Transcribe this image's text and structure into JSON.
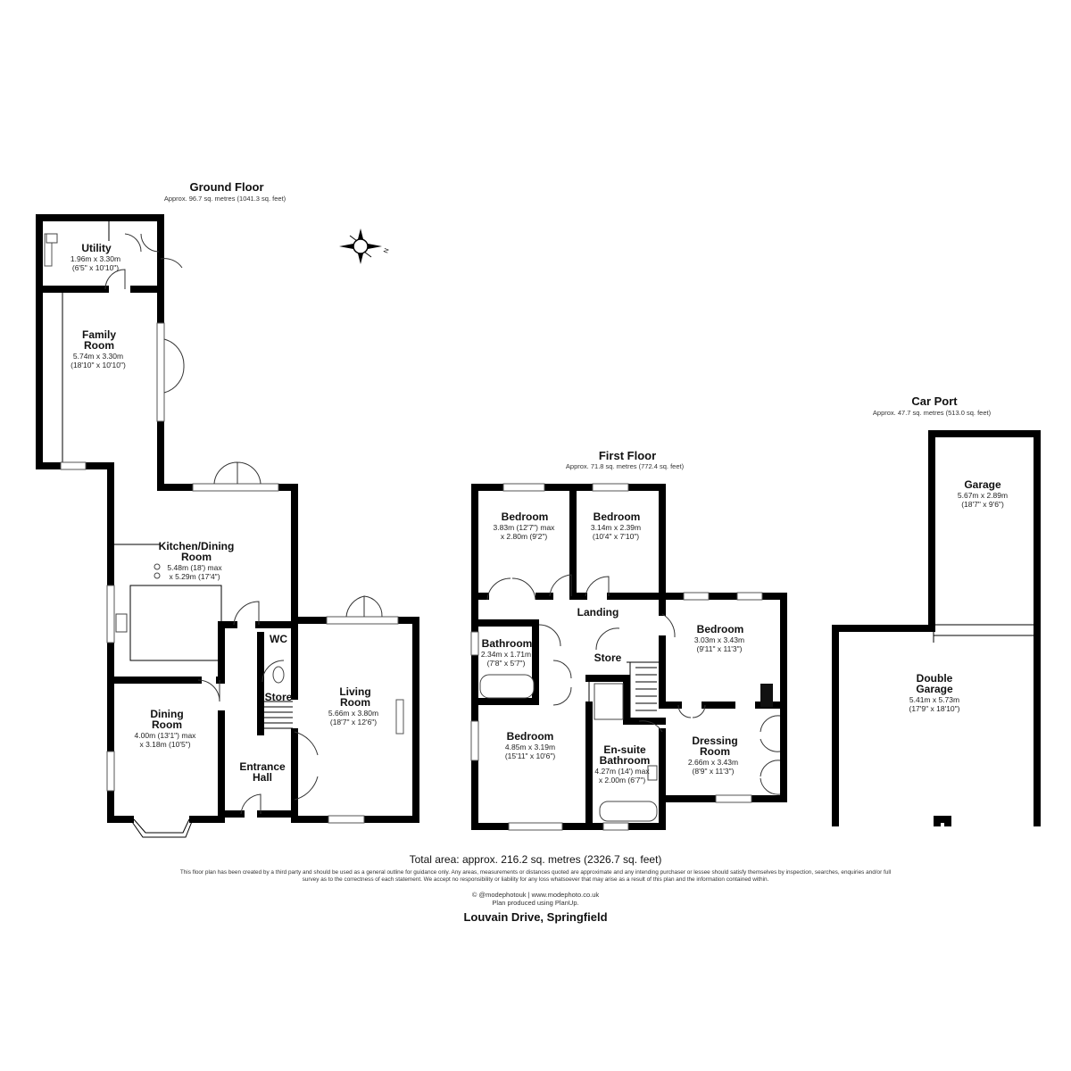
{
  "floors": {
    "ground": {
      "title": "Ground Floor",
      "area": "Approx. 96.7 sq. metres (1041.3 sq. feet)"
    },
    "first": {
      "title": "First Floor",
      "area": "Approx. 71.8 sq. metres (772.4 sq. feet)"
    },
    "carport": {
      "title": "Car Port",
      "area": "Approx. 47.7 sq. metres (513.0 sq. feet)"
    }
  },
  "rooms": {
    "utility": {
      "name": "Utility",
      "dims": [
        "1.96m x 3.30m",
        "(6'5\" x 10'10\")"
      ]
    },
    "family": {
      "name": [
        "Family",
        "Room"
      ],
      "dims": [
        "5.74m x 3.30m",
        "(18'10\" x 10'10\")"
      ]
    },
    "kitchen": {
      "name": [
        "Kitchen/Dining",
        "Room"
      ],
      "dims": [
        "5.48m (18') max",
        "x 5.29m (17'4\")"
      ]
    },
    "wc": {
      "name": "WC"
    },
    "store_ground": {
      "name": "Store"
    },
    "dining": {
      "name": [
        "Dining",
        "Room"
      ],
      "dims": [
        "4.00m (13'1\") max",
        "x 3.18m (10'5\")"
      ]
    },
    "entrance": {
      "name": [
        "Entrance",
        "Hall"
      ]
    },
    "living": {
      "name": [
        "Living",
        "Room"
      ],
      "dims": [
        "5.66m x 3.80m",
        "(18'7\" x 12'6\")"
      ]
    },
    "bedroom1": {
      "name": "Bedroom",
      "dims": [
        "3.83m (12'7\") max",
        "x 2.80m (9'2\")"
      ]
    },
    "bedroom2": {
      "name": "Bedroom",
      "dims": [
        "3.14m x 2.39m",
        "(10'4\" x 7'10\")"
      ]
    },
    "landing": {
      "name": "Landing"
    },
    "bedroom3": {
      "name": "Bedroom",
      "dims": [
        "3.03m x 3.43m",
        "(9'11\" x 11'3\")"
      ]
    },
    "bathroom": {
      "name": "Bathroom",
      "dims": [
        "2.34m x 1.71m",
        "(7'8\" x 5'7\")"
      ]
    },
    "store_first": {
      "name": "Store"
    },
    "bedroom4": {
      "name": "Bedroom",
      "dims": [
        "4.85m x 3.19m",
        "(15'11\" x 10'6\")"
      ]
    },
    "ensuite": {
      "name": [
        "En-suite",
        "Bathroom"
      ],
      "dims": [
        "4.27m (14') max",
        "x 2.00m (6'7\")"
      ]
    },
    "dressing": {
      "name": [
        "Dressing",
        "Room"
      ],
      "dims": [
        "2.66m x 3.43m",
        "(8'9\" x 11'3\")"
      ]
    },
    "garage": {
      "name": "Garage",
      "dims": [
        "5.67m x 2.89m",
        "(18'7\" x 9'6\")"
      ]
    },
    "double_garage": {
      "name": [
        "Double",
        "Garage"
      ],
      "dims": [
        "5.41m x 5.73m",
        "(17'9\" x 18'10\")"
      ]
    }
  },
  "compass": {
    "label": "N"
  },
  "footer": {
    "total": "Total area: approx. 216.2 sq. metres (2326.7 sq. feet)",
    "disclaimer": "This floor plan has been created by a third party and should be used as a general outline for guidance only. Any areas, measurements or distances quoted are approximate and any intending purchaser or lessee should satisfy themselves by inspection, searches, enquiries and/or full survey as to the correctness of each statement. We accept no responsibility or liability for any loss whatsoever that may arise as a result of this plan and the information contained within.",
    "credit_line1": "© @modephotouk | www.modephoto.co.uk",
    "credit_line2": "Plan produced using PlanUp.",
    "address": "Louvain Drive, Springfield"
  }
}
